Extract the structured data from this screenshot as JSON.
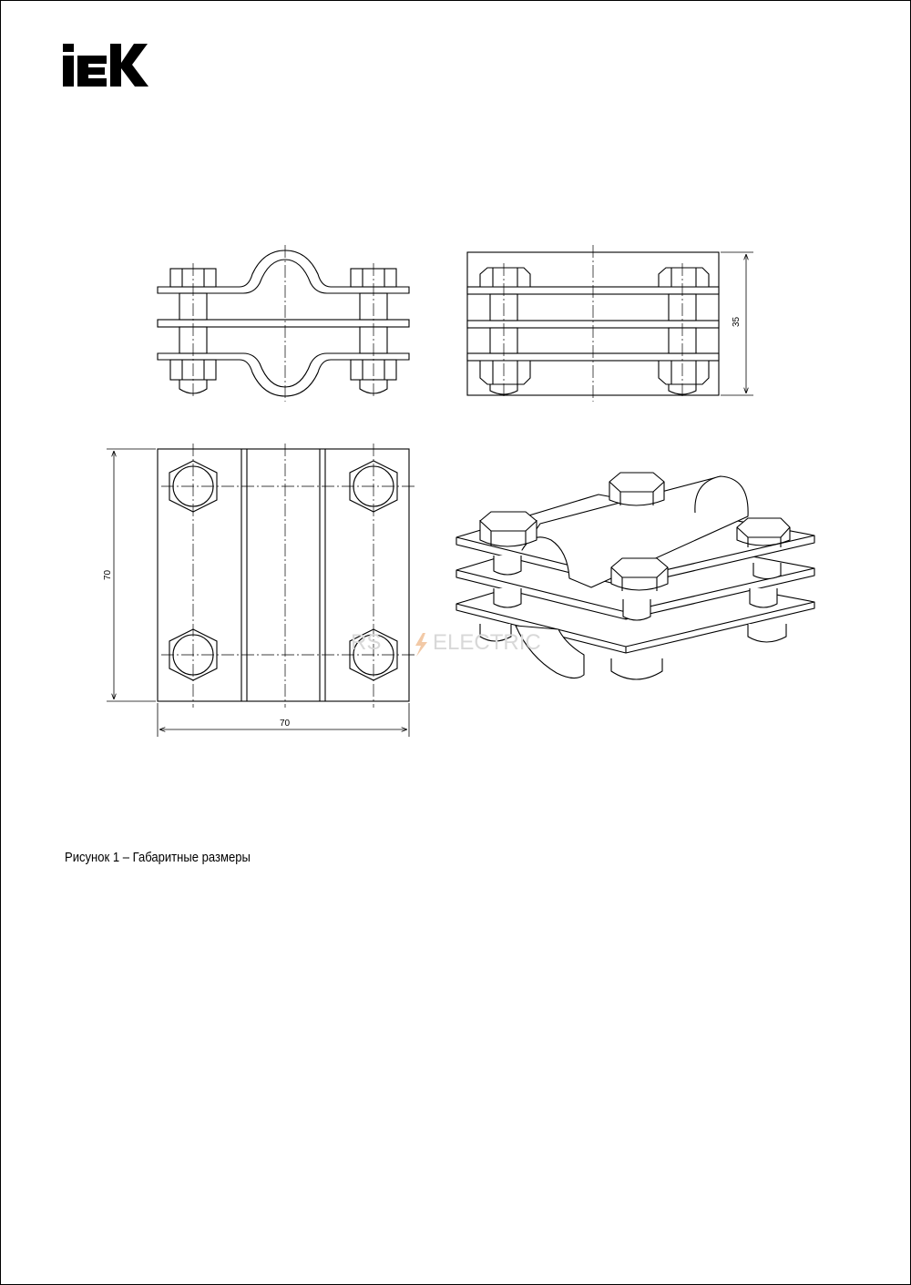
{
  "brand": {
    "logo_text": "IEK"
  },
  "dimensions": {
    "height_label": "35",
    "plan_height_label": "70",
    "plan_width_label": "70"
  },
  "watermark": {
    "left": "RS",
    "right": "ELECTRIC"
  },
  "caption": "Рисунок 1 – Габаритные размеры"
}
